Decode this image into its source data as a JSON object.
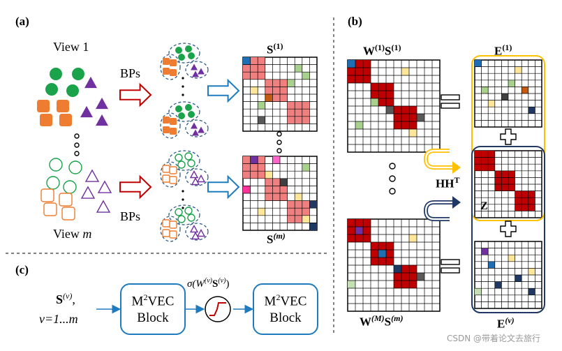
{
  "panels": {
    "a": "(a)",
    "b": "(b)",
    "c": "(c)"
  },
  "panel_a": {
    "view_first": "View 1",
    "view_last_prefix": "View ",
    "view_last_var": "m",
    "bps_label": "BPs",
    "s_first_base": "S",
    "s_first_sup": "(1)",
    "s_last_base": "S",
    "s_last_sup": "(m)"
  },
  "panel_b": {
    "w1_base_w": "W",
    "w1_sup_w": "(1)",
    "w1_base_s": "S",
    "w1_sup_s": "(1)",
    "wm_base_w": "W",
    "wm_sup_w": "(M)",
    "wm_base_s": "S",
    "wm_sup_s": "(m)",
    "e1_base": "E",
    "e1_sup": "(1)",
    "ev_base": "E",
    "ev_sup": "(v)",
    "hh_base": "HH",
    "hh_sup": "T",
    "z_label": "Z"
  },
  "panel_c": {
    "input_base": "S",
    "input_sup": "(v)",
    "input_tail": ",",
    "input_range": "v=1...m",
    "block_a_prefix": "M",
    "block_a_sup": "2",
    "block_a_suffix": "VEC",
    "block_a_line2": "Block",
    "block_b_prefix": "M",
    "block_b_sup": "2",
    "block_b_suffix": "VEC",
    "block_b_line2": "Block",
    "sigma_text": "σ(W",
    "sigma_sup1": "(v)",
    "sigma_mid": "S",
    "sigma_sup2": "(v)",
    "sigma_end": ")"
  },
  "watermark": "CSDN @带着论文去旅行",
  "colors": {
    "green": "#1aa34a",
    "orange": "#ee7d31",
    "purple": "#7030a0",
    "pink": "#f08080",
    "darkred": "#c00000",
    "blue_arrow": "#2e75b6",
    "red_arrow": "#c00000",
    "gold": "#ffc000",
    "navy": "#1f3864",
    "box_blue": "#1f7bbf"
  },
  "icons": [
    "right-arrow-icon",
    "u-turn-arrow-icon",
    "equals-icon",
    "plus-icon",
    "sigmoid-icon",
    "dashed-cluster-icon"
  ]
}
